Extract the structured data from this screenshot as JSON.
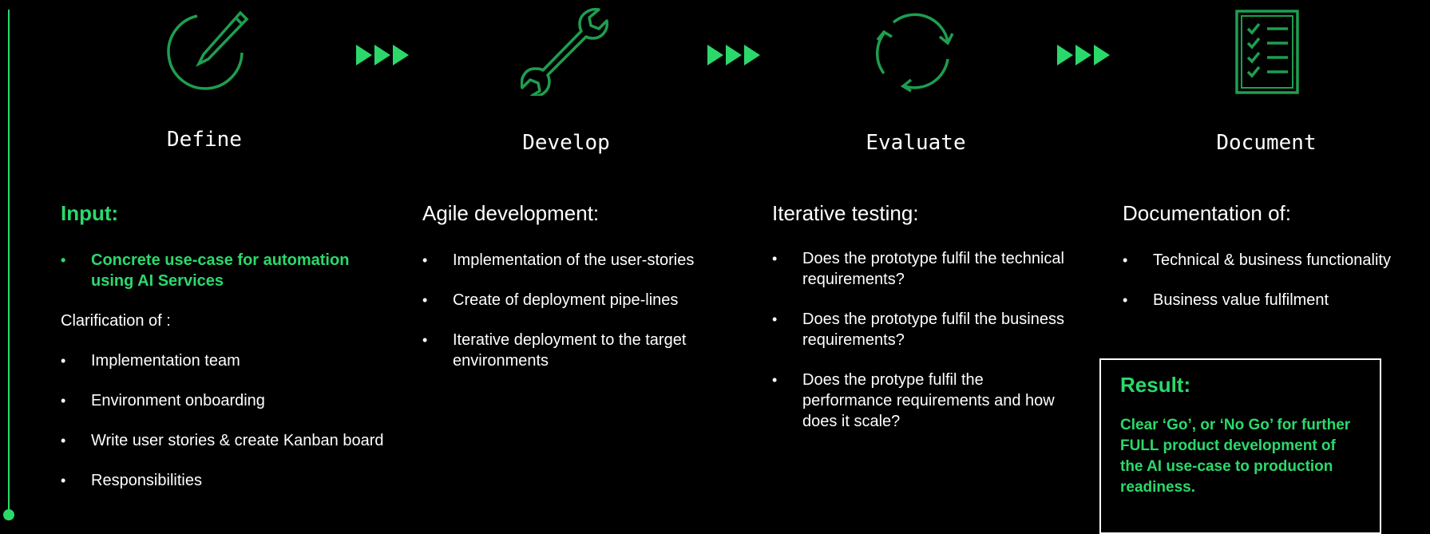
{
  "colors": {
    "accent": "#2bd96b",
    "icon_stroke": "#1e9e4f",
    "background": "#000000",
    "text": "#ffffff"
  },
  "icons": [
    "pencil-circle-icon",
    "wrench-icon",
    "cycle-arrows-icon",
    "checklist-icon",
    "triple-arrow-icon"
  ],
  "stages": [
    {
      "title": "Define"
    },
    {
      "title": "Develop"
    },
    {
      "title": "Evaluate"
    },
    {
      "title": "Document"
    }
  ],
  "define": {
    "heading": "Input:",
    "input_bullet": "Concrete use-case for automation using AI Services",
    "clarification_label": "Clarification of :",
    "items": [
      "Implementation team",
      "Environment onboarding",
      "Write user stories & create Kanban board",
      "Responsibilities"
    ]
  },
  "develop": {
    "heading": "Agile development:",
    "items": [
      "Implementation of the user-stories",
      "Create of deployment pipe-lines",
      "Iterative deployment to the target environments"
    ]
  },
  "evaluate": {
    "heading": "Iterative testing:",
    "items": [
      "Does the prototype fulfil the technical requirements?",
      "Does the prototype fulfil the business requirements?",
      "Does the protype fulfil the performance requirements and how does it scale?"
    ]
  },
  "document": {
    "heading": "Documentation of:",
    "items": [
      "Technical & business functionality",
      "Business value fulfilment"
    ],
    "result_heading": "Result:",
    "result_text": "Clear ‘Go’, or ‘No Go’ for further FULL product development of the AI use-case to production readiness."
  }
}
